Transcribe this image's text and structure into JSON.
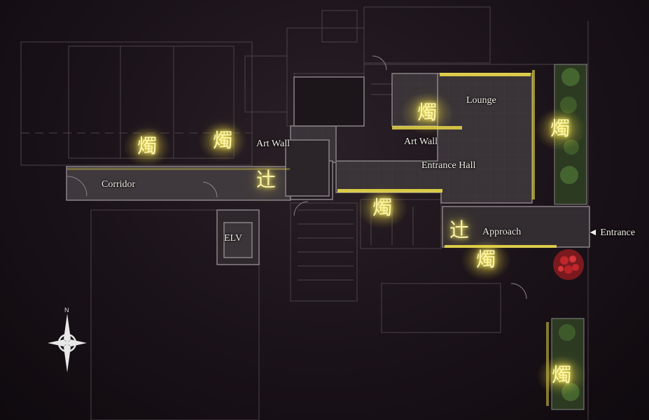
{
  "colors": {
    "background": "#1a1219",
    "floor": "#3a3438",
    "wall": "#6f676b",
    "glow": "#f4e44a",
    "planting": "#3f5a2a",
    "flowers": "#c0262b"
  },
  "labels": {
    "lounge": "Lounge",
    "art_wall_1": "Art Wall",
    "art_wall_2": "Art Wall",
    "entrance_hall": "Entrance Hall",
    "corridor": "Corridor",
    "elv": "ELV",
    "approach": "Approach",
    "entrance": "◄ Entrance"
  },
  "markers": {
    "candle": "燭",
    "crossing": "辻"
  },
  "compass": {
    "north": "N",
    "icon": "compass-rose-icon"
  }
}
